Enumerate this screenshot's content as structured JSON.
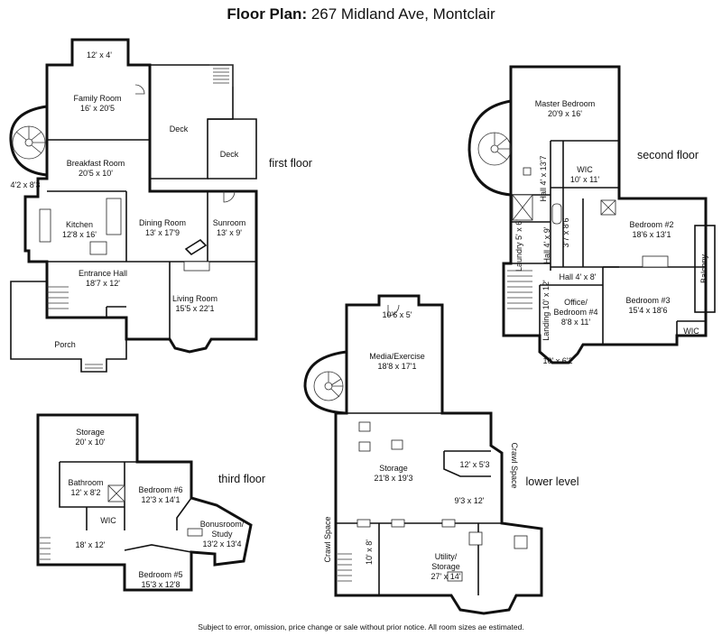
{
  "title": {
    "prefix": "Floor Plan:",
    "address": "267 Midland Ave, Montclair"
  },
  "floors": {
    "first": "first floor",
    "second": "second floor",
    "third": "third floor",
    "lower": "lower level"
  },
  "first_floor": {
    "bump": "12' x 4'",
    "family_room": {
      "name": "Family Room",
      "dims": "16' x 20'5"
    },
    "deck_1": "Deck",
    "deck_2": "Deck",
    "breakfast_room": {
      "name": "Breakfast Room",
      "dims": "20'5 x 10'"
    },
    "stair_landing": "4'2 x 8'3",
    "kitchen": {
      "name": "Kitchen",
      "dims": "12'8 x 16'"
    },
    "dining_room": {
      "name": "Dining Room",
      "dims": "13' x 17'9"
    },
    "sunroom": {
      "name": "Sunroom",
      "dims": "13' x 9'"
    },
    "entrance_hall": {
      "name": "Entrance Hall",
      "dims": "18'7 x 12'"
    },
    "living_room": {
      "name": "Living Room",
      "dims": "15'5 x 22'1"
    },
    "porch": "Porch"
  },
  "second_floor": {
    "master_bedroom": {
      "name": "Master Bedroom",
      "dims": "20'9 x 16'"
    },
    "wic": {
      "name": "WIC",
      "dims": "10' x 11'"
    },
    "hall_1": "Hall 4' x 13'7",
    "laundry": "Laundry 5' x 6'",
    "hall_2": "Hall 4' x 9'",
    "closet": "3'7 x 8'6",
    "bedroom_2": {
      "name": "Bedroom #2",
      "dims": "18'6 x 13'1"
    },
    "hall_3": "Hall 4' x 8'",
    "landing": "Landing 10' x 12'",
    "office": {
      "name1": "Office/",
      "name2": "Bedroom #4",
      "dims": "8'8 x 11'"
    },
    "bedroom_3": {
      "name": "Bedroom #3",
      "dims": "15'4 x 18'6"
    },
    "balcony": "Balcony",
    "wic_2": "WIC",
    "bay": "10' x 6'2"
  },
  "third_floor": {
    "storage": {
      "name": "Storage",
      "dims": "20' x 10'"
    },
    "bathroom": {
      "name": "Bathroom",
      "dims": "12' x 8'2"
    },
    "bedroom_6": {
      "name": "Bedroom #6",
      "dims": "12'3 x 14'1"
    },
    "wic": "WIC",
    "bonus": {
      "name1": "Bonusroom/",
      "name2": "Study",
      "dims": "13'2 x 13'4"
    },
    "hall": "18' x 12'",
    "bedroom_5": {
      "name": "Bedroom #5",
      "dims": "15'3 x 12'8"
    }
  },
  "lower_level": {
    "bump": "10'6 x 5'",
    "media": {
      "name": "Media/Exercise",
      "dims": "18'8 x 17'1"
    },
    "storage": {
      "name": "Storage",
      "dims": "21'8 x 19'3"
    },
    "small_room": "12' x 5'3",
    "crawl_right": "Crawl Space",
    "room_93": "9'3 x 12'",
    "crawl_left": "Crawl Space",
    "narrow": "10' x 8'",
    "utility": {
      "name1": "Utility/",
      "name2": "Storage",
      "dims": "27' x 14'"
    }
  },
  "disclaimer": "Subject to error, omission, price change or sale without prior notice. All room sizes ae estimated."
}
